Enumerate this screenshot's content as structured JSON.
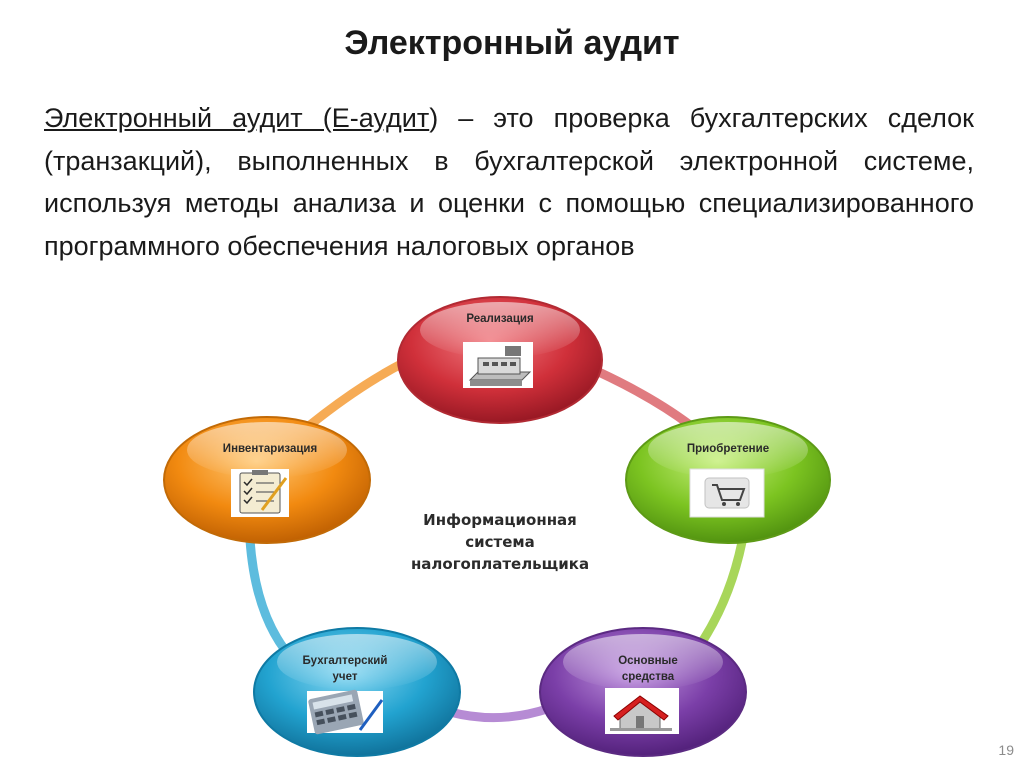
{
  "slide": {
    "title": "Электронный аудит",
    "definition_term": "Электронный аудит (Е-аудит",
    "definition_rest": ") – это проверка бухгалтерских сделок (транзакций), выполненных в бухгалтерской электронной системе, используя методы анализа и оценки с помощью специализированного программного обеспечения налоговых органов",
    "page_number": "19"
  },
  "diagram": {
    "center_lines": [
      "Информационная",
      "система",
      "налогоплательщика"
    ],
    "nodes": [
      {
        "id": "realization",
        "lines": [
          "Реализация"
        ],
        "color": "#d0303a",
        "icon": "cash-register-icon"
      },
      {
        "id": "acquisition",
        "lines": [
          "Приобретение"
        ],
        "color": "#7cc421",
        "icon": "shopping-cart-icon"
      },
      {
        "id": "fixed-assets",
        "lines": [
          "Основные",
          "средства"
        ],
        "color": "#7b3fa8",
        "icon": "house-icon"
      },
      {
        "id": "accounting",
        "lines": [
          "Бухгалтерский",
          "учет"
        ],
        "color": "#22a3d0",
        "icon": "calculator-icon"
      },
      {
        "id": "inventory",
        "lines": [
          "Инвентаризация"
        ],
        "color": "#f28a10",
        "icon": "checklist-icon"
      }
    ]
  }
}
